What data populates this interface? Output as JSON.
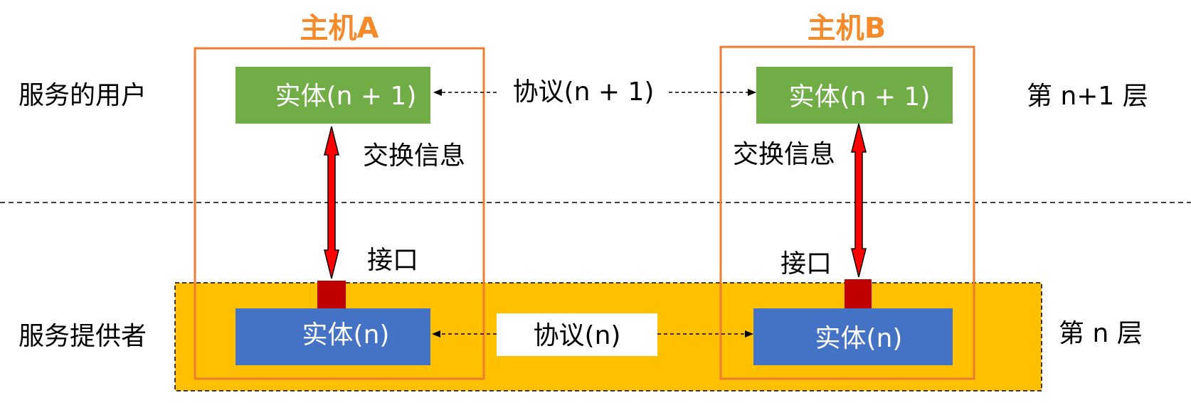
{
  "colors": {
    "host_border": "#ED7D31",
    "host_title": "#F58A2A",
    "upper_entity": "#70AD47",
    "lower_entity": "#4472C4",
    "provider_band": "#FFC000",
    "interface": "#C00000",
    "arrow_fill": "#FF0000"
  },
  "hosts": {
    "a": {
      "title": "主机A"
    },
    "b": {
      "title": "主机B"
    }
  },
  "rows": {
    "user_label": "服务的用户",
    "provider_label": "服务提供者",
    "layer_upper": "第 n+1 层",
    "layer_lower": "第 n 层"
  },
  "entities": {
    "a_upper": "实体(n + 1)",
    "b_upper": "实体(n + 1)",
    "a_lower": "实体(n)",
    "b_lower": "实体(n)"
  },
  "protocols": {
    "upper": "协议(n + 1)",
    "lower": "协议(n)"
  },
  "annotations": {
    "exchange_a": "交换信息",
    "exchange_b": "交换信息",
    "interface_a": "接口",
    "interface_b": "接口"
  }
}
